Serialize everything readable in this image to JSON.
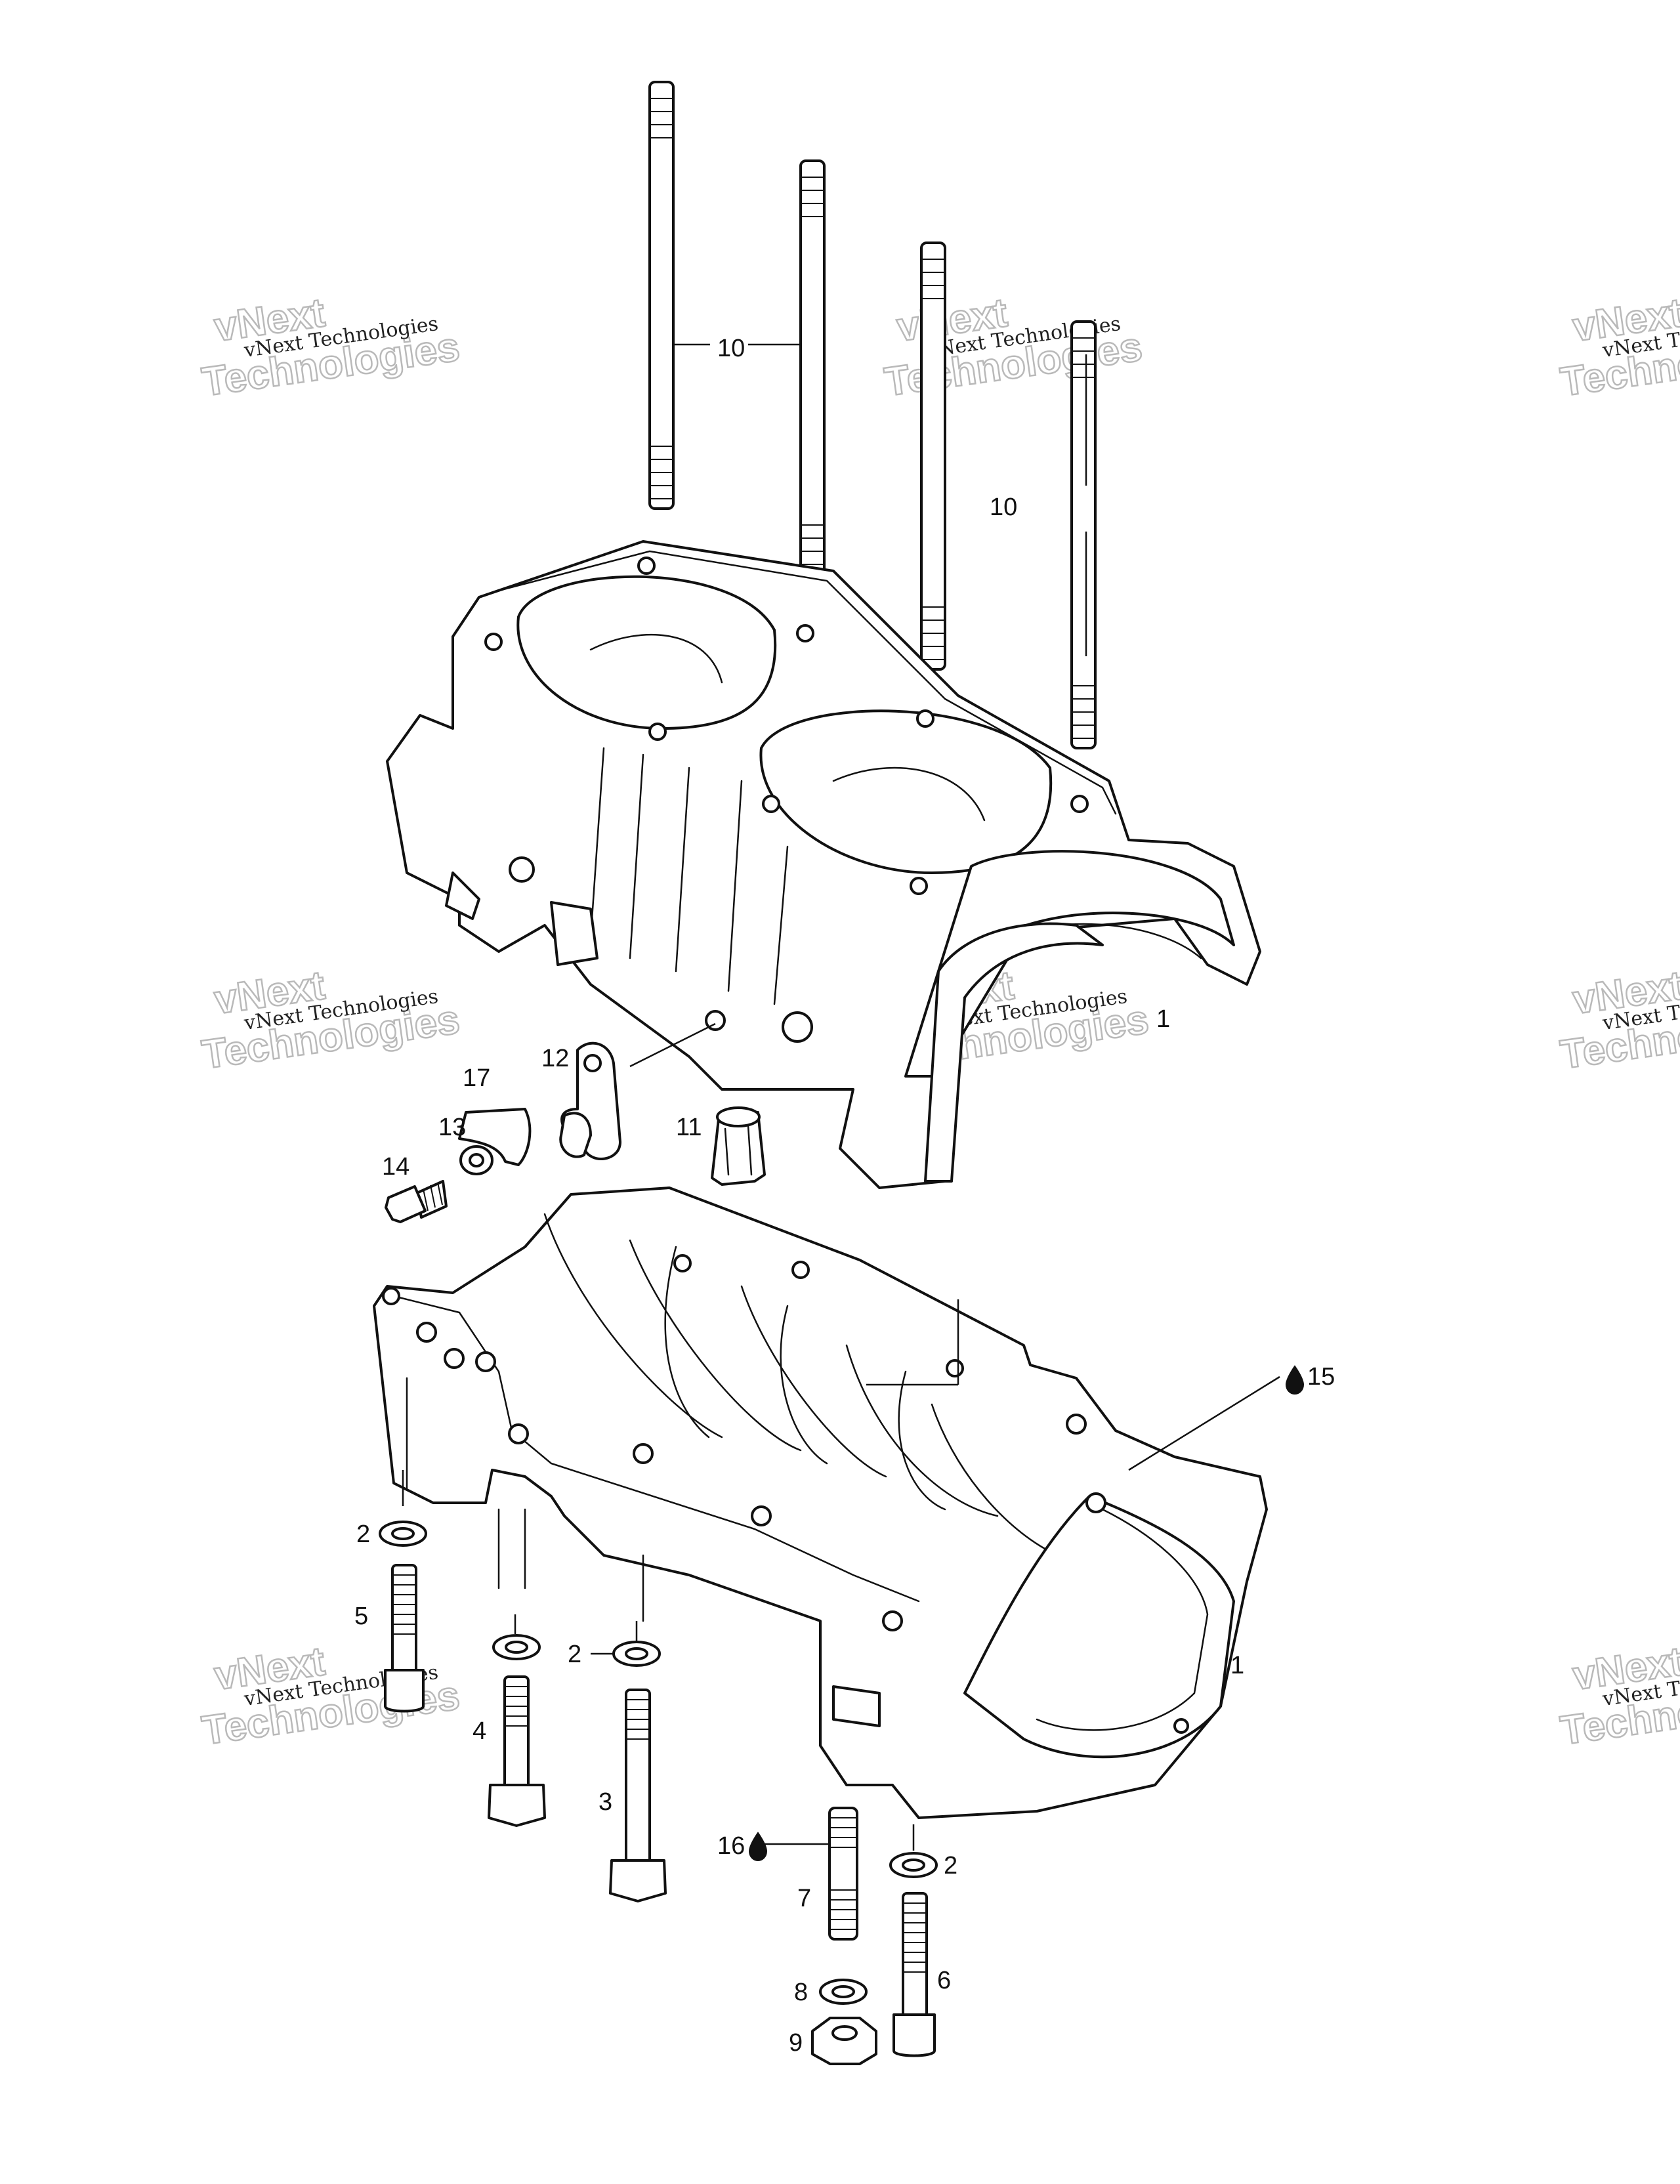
{
  "watermark": {
    "line1": "vNext",
    "line2": "vNext Technologies",
    "line3": "Technologies"
  },
  "callouts": {
    "c1_upper": "1",
    "c1_lower": "1",
    "c2_left": "2",
    "c2_mid": "2",
    "c2_right": "2",
    "c3": "3",
    "c4": "4",
    "c5": "5",
    "c6": "6",
    "c7": "7",
    "c8": "8",
    "c9": "9",
    "c10_left": "10",
    "c10_right": "10",
    "c11": "11",
    "c12": "12",
    "c13": "13",
    "c14": "14",
    "c15": "15",
    "c16": "16",
    "c17": "17"
  },
  "icons": {
    "c15": "oil-drop-icon",
    "c16": "oil-drop-icon"
  }
}
